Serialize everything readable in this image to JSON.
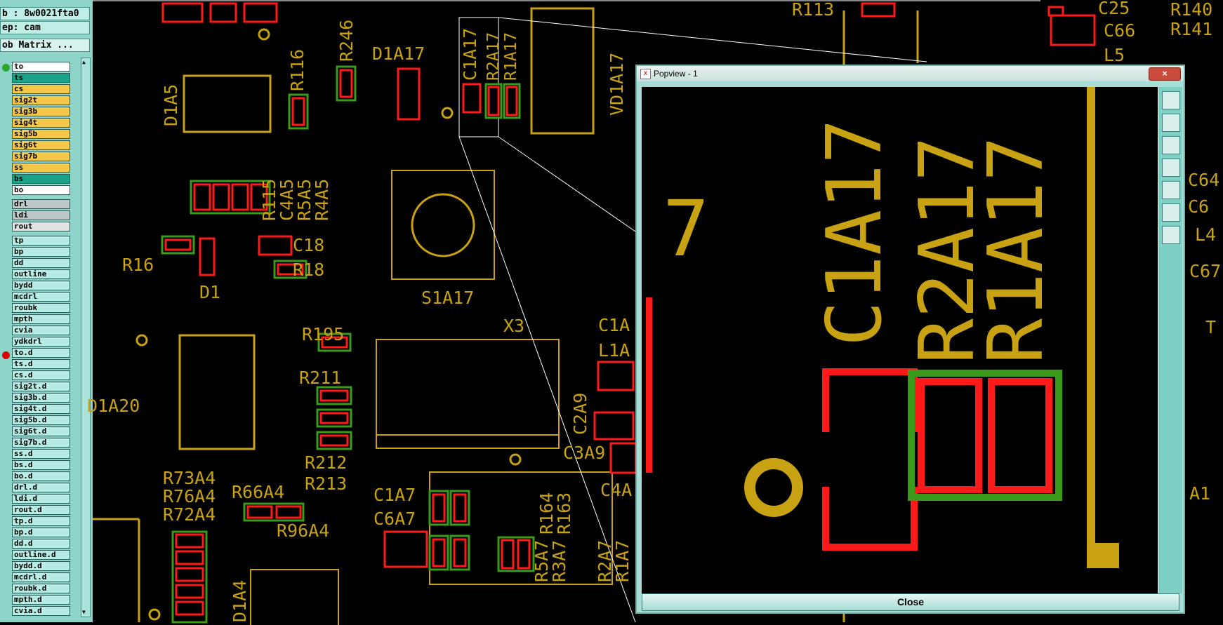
{
  "left_panel": {
    "job_line": "b : 8w0021fta0",
    "step_line": "ep: cam",
    "matrix_button": "ob Matrix ...",
    "layers_a": [
      {
        "name": "to",
        "color": "#ffffff"
      },
      {
        "name": "ts",
        "color": "#1aa389"
      },
      {
        "name": "cs",
        "color": "#f3c74a"
      },
      {
        "name": "sig2t",
        "color": "#f3c74a"
      },
      {
        "name": "sig3b",
        "color": "#f3c74a"
      },
      {
        "name": "sig4t",
        "color": "#f3c74a"
      },
      {
        "name": "sig5b",
        "color": "#f3c74a"
      },
      {
        "name": "sig6t",
        "color": "#f3c74a"
      },
      {
        "name": "sig7b",
        "color": "#f3c74a"
      },
      {
        "name": "ss",
        "color": "#f3c74a"
      },
      {
        "name": "bs",
        "color": "#1aa389"
      },
      {
        "name": "bo",
        "color": "#ffffff"
      }
    ],
    "layers_b": [
      {
        "name": "drl",
        "color": "#bcc8c6"
      },
      {
        "name": "ldi",
        "color": "#bcc8c6"
      },
      {
        "name": "rout",
        "color": "#dfe3e2"
      }
    ],
    "layers_c": [
      "tp",
      "bp",
      "dd",
      "outline",
      "bydd",
      "mcdrl",
      "roubk",
      "mpth",
      "cvia",
      "ydkdrl",
      "to.d",
      "ts.d",
      "cs.d",
      "sig2t.d",
      "sig3b.d",
      "sig4t.d",
      "sig5b.d",
      "sig6t.d",
      "sig7b.d",
      "ss.d",
      "bs.d",
      "bo.d",
      "drl.d",
      "ldi.d",
      "rout.d",
      "tp.d",
      "bp.d",
      "dd.d",
      "outline.d",
      "bydd.d",
      "mcdrl.d",
      "roubk.d",
      "mpth.d",
      "cvia.d"
    ]
  },
  "board": {
    "labels": [
      "D1A5",
      "R116",
      "R246",
      "D1A17",
      "C1A17",
      "R2A17",
      "R1A17",
      "VD1A17",
      "R115",
      "C4A5",
      "R5A5",
      "R4A5",
      "C18",
      "R18",
      "R16",
      "D1",
      "S1A17",
      "X3",
      "R195",
      "R211",
      "R212",
      "R213",
      "D1A20",
      "R73A4",
      "R76A4",
      "R72A4",
      "R66A4",
      "R96A4",
      "C1A7",
      "C6A7",
      "R5A7",
      "R3A7",
      "R164",
      "R163",
      "R2A7",
      "R1A7",
      "C2A9",
      "C3A9",
      "C4A",
      "C1A",
      "L1A",
      "D1A4",
      "R113",
      "C25",
      "C66",
      "L5",
      "R140",
      "R141",
      "C64",
      "C6",
      "L4",
      "C67",
      "A1",
      "T"
    ]
  },
  "popup": {
    "title": "Popview - 1",
    "close_x": "×",
    "labels": {
      "big_7": "7",
      "c1a17": "C1A17",
      "r2a17": "R2A17",
      "r1a17": "R1A17"
    },
    "close_button": "Close"
  },
  "colors": {
    "silkscreen": "#c9a214",
    "pad": "#ff1a1a",
    "pad_outline": "#3a9a1a",
    "panel": "#8fd4c8"
  }
}
